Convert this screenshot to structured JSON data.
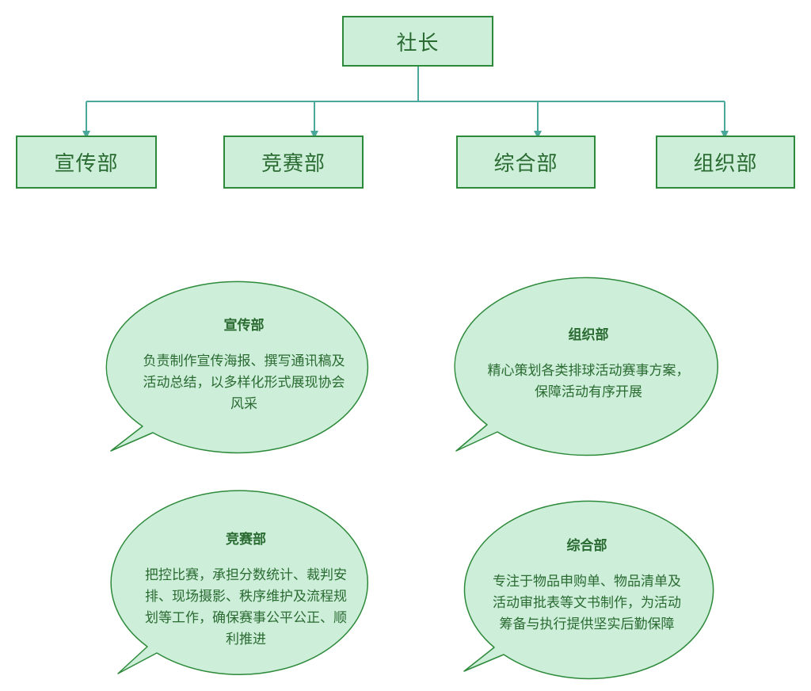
{
  "org": {
    "root": "社长",
    "departments": [
      "宣传部",
      "竞赛部",
      "综合部",
      "组织部"
    ]
  },
  "bubbles": [
    {
      "title": "宣传部",
      "lines": [
        "负责制作宣传海报、撰写通讯稿及",
        "活动总结，以多样化形式展现协会",
        "风采"
      ]
    },
    {
      "title": "组织部",
      "lines": [
        "精心策划各类排球活动赛事方案，",
        "保障活动有序开展"
      ]
    },
    {
      "title": "竞赛部",
      "lines": [
        "把控比赛，承担分数统计、裁判安",
        "排、现场摄影、秩序维护及流程规",
        "划等工作，确保赛事公平公正、顺",
        "利推进"
      ]
    },
    {
      "title": "综合部",
      "lines": [
        "专注于物品申购单、物品清单及",
        "活动审批表等文书制作，为活动",
        "筹备与执行提供坚实后勤保障"
      ]
    }
  ],
  "colors": {
    "fill": "#cdeed9",
    "border": "#2d8a3a",
    "connector": "#4aa89a",
    "text": "#2a6b32"
  }
}
